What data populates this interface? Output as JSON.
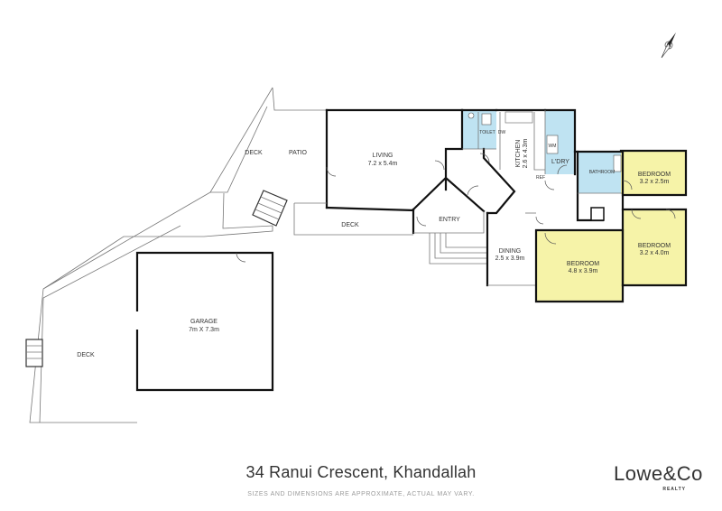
{
  "rooms": {
    "deck_upper": "DECK",
    "patio": "PATIO",
    "living": "LIVING",
    "living_dim": "7.2 x 5.4m",
    "kitchen": "KITCHEN",
    "kitchen_dim": "2.6 x 4.3m",
    "toilet": "TOILET",
    "dw": "DW",
    "wm": "WM",
    "laundry": "L'DRY",
    "bathroom": "BATHROOM",
    "ref": "REF",
    "bedroom_1": "BEDROOM",
    "bedroom_1_dim": "3.2 x 2.5m",
    "bedroom_2": "BEDROOM",
    "bedroom_2_dim": "3.2 x 4.0m",
    "bedroom_3": "BEDROOM",
    "bedroom_3_dim": "4.8 x 3.9m",
    "deck_middle": "DECK",
    "entry": "ENTRY",
    "dining": "DINING",
    "dining_dim": "2.5 x 3.9m",
    "garage": "GARAGE",
    "garage_dim": "7m X 7.3m",
    "deck_lower": "DECK"
  },
  "compass": {
    "label": "N"
  },
  "footer": {
    "address": "34 Ranui Crescent, Khandallah",
    "disclaimer": "SIZES AND DIMENSIONS ARE APPROXIMATE, ACTUAL MAY VARY."
  },
  "logo": {
    "name": "Lowe&Co",
    "tagline": "REALTY"
  },
  "colors": {
    "wet_area": "#bfe3f2",
    "bedroom": "#f6f3a8",
    "wall": "#111111",
    "outline": "#777777"
  }
}
